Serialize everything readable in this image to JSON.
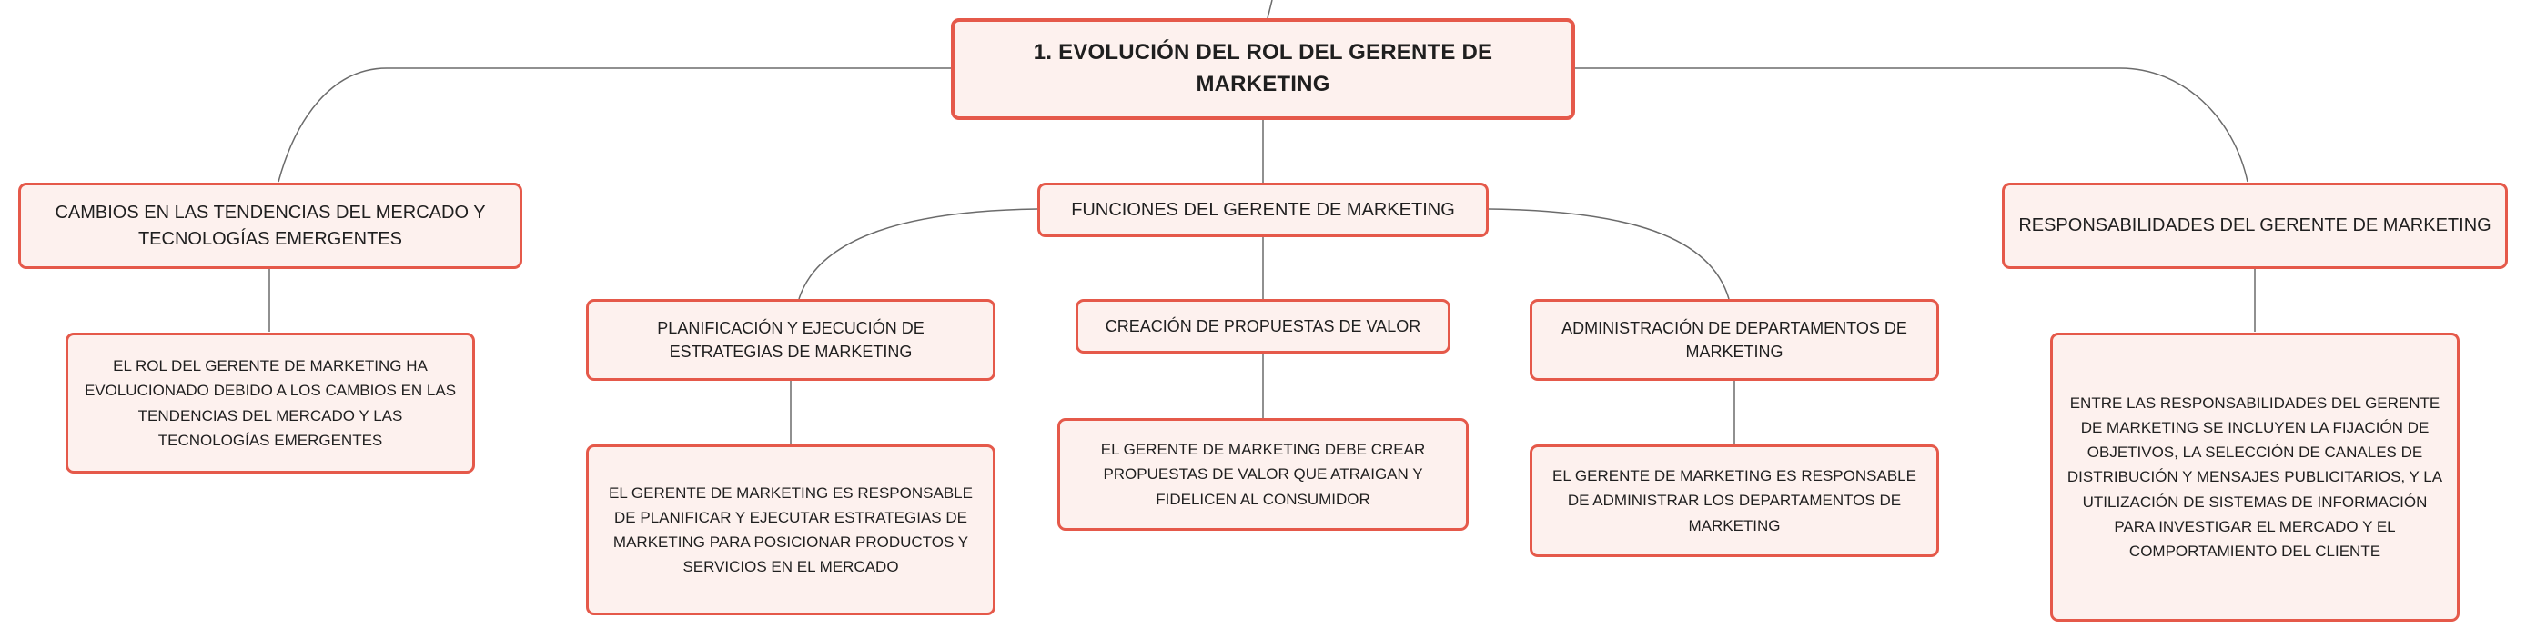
{
  "colors": {
    "node_border": "#e5594a",
    "node_fill": "#fdf1ee",
    "connector": "#6b6b6b",
    "text": "#1f1f1f"
  },
  "mindmap": {
    "root": {
      "text": "1. EVOLUCIÓN DEL ROL DEL GERENTE DE MARKETING"
    },
    "left": {
      "title": "CAMBIOS EN LAS TENDENCIAS DEL MERCADO Y TECNOLOGÍAS EMERGENTES",
      "detail": "EL ROL DEL GERENTE DE MARKETING HA EVOLUCIONADO DEBIDO A LOS CAMBIOS EN LAS TENDENCIAS DEL MERCADO Y LAS TECNOLOGÍAS EMERGENTES"
    },
    "center": {
      "title": "FUNCIONES DEL GERENTE DE MARKETING",
      "children": [
        {
          "title": "PLANIFICACIÓN Y EJECUCIÓN DE ESTRATEGIAS DE MARKETING",
          "detail": "EL GERENTE DE MARKETING ES RESPONSABLE DE PLANIFICAR Y EJECUTAR ESTRATEGIAS DE MARKETING PARA POSICIONAR PRODUCTOS Y SERVICIOS EN EL MERCADO"
        },
        {
          "title": "CREACIÓN DE PROPUESTAS DE VALOR",
          "detail": "EL GERENTE DE MARKETING DEBE CREAR PROPUESTAS DE VALOR QUE ATRAIGAN Y FIDELICEN AL CONSUMIDOR"
        },
        {
          "title": "ADMINISTRACIÓN DE DEPARTAMENTOS DE MARKETING",
          "detail": "EL GERENTE DE MARKETING ES RESPONSABLE DE ADMINISTRAR LOS DEPARTAMENTOS DE MARKETING"
        }
      ]
    },
    "right": {
      "title": "RESPONSABILIDADES DEL GERENTE DE MARKETING",
      "detail": "ENTRE LAS RESPONSABILIDADES DEL GERENTE DE MARKETING SE INCLUYEN LA FIJACIÓN DE OBJETIVOS, LA SELECCIÓN DE CANALES DE DISTRIBUCIÓN Y MENSAJES PUBLICITARIOS, Y LA UTILIZACIÓN DE SISTEMAS DE INFORMACIÓN PARA INVESTIGAR EL MERCADO Y EL COMPORTAMIENTO DEL CLIENTE"
    }
  }
}
